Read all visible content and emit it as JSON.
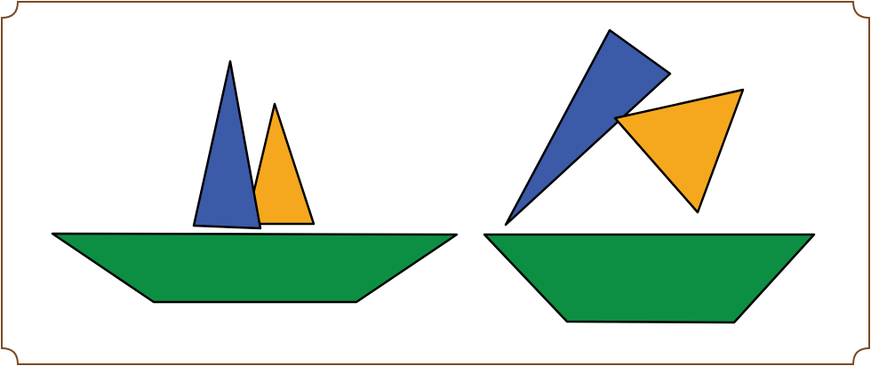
{
  "colors": {
    "frame": "#7a4a24",
    "sail_blue": "#3b5aa8",
    "sail_orange": "#f5a81e",
    "hull_green": "#0d8f43",
    "outline": "#000000",
    "background": "#ffffff"
  },
  "figures": [
    {
      "name": "boat-left",
      "parts": [
        "blue-sail",
        "orange-sail",
        "green-hull"
      ]
    },
    {
      "name": "boat-right",
      "parts": [
        "blue-sail",
        "orange-sail",
        "green-hull"
      ]
    }
  ]
}
